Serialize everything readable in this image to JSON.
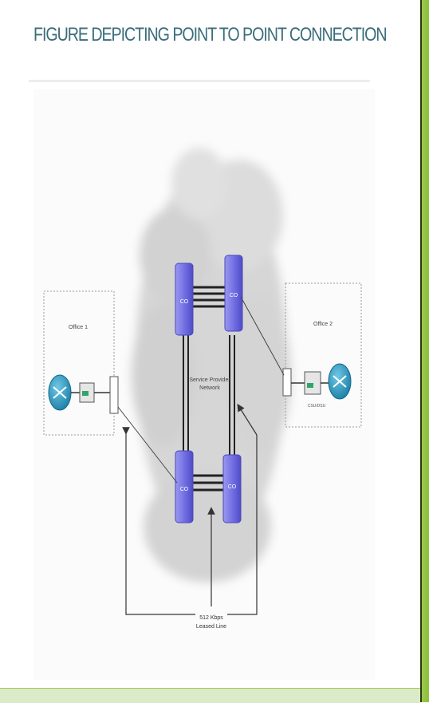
{
  "slide": {
    "title": "FIGURE DEPICTING POINT TO POINT CONNECTION"
  },
  "diagram": {
    "office_1_label": "Office 1",
    "office_2_label": "Office 2",
    "cloud_label_line1": "Service Provider",
    "cloud_label_line2": "Network",
    "device_label": "CSU/DSU",
    "line_label_line1": "512 Kbps",
    "line_label_line2": "Leased Line",
    "switch_mark": "CO",
    "colors": {
      "title": "#3a6d7a",
      "accent_green": "#8cbd3c",
      "switch": "#7b79e8",
      "router": "#2a9bc4",
      "cloud": "#d8d8d8"
    }
  }
}
